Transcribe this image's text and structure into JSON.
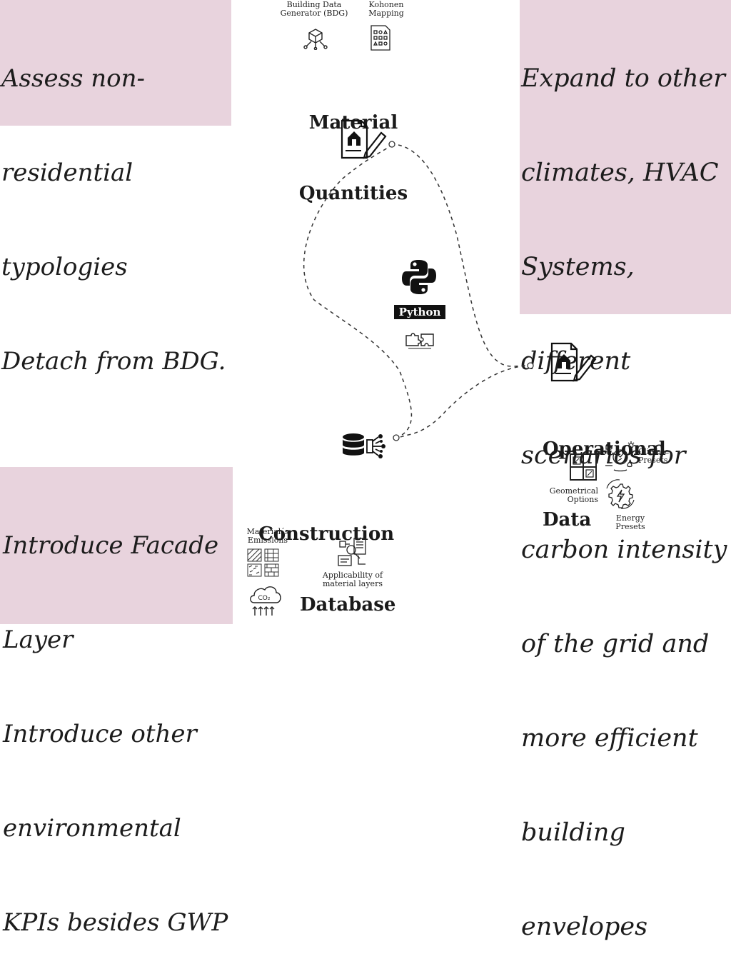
{
  "notes": {
    "top_left": [
      "Assess non-",
      "residential",
      "typologies",
      "Detach from BDG."
    ],
    "top_right": [
      "Expand to other",
      "climates, HVAC",
      "Systems,",
      "different",
      "scenarios for",
      "carbon intensity",
      "of the grid and",
      "more efficient",
      "building",
      "envelopes"
    ],
    "bottom_left": [
      "Introduce Facade",
      "Layer",
      "Introduce other",
      "environmental",
      "KPIs besides GWP"
    ]
  },
  "material_quantities": {
    "title_lines": [
      "Material",
      "Quantities"
    ],
    "tools": [
      {
        "label": "Building Data\nGenerator (BDG)",
        "icon": "cube-network-icon"
      },
      {
        "label": "Kohonen\nMapping",
        "icon": "shapes-grid-document-icon"
      }
    ],
    "icon": "house-document-pen-icon"
  },
  "python": {
    "label": "Python",
    "icon": "python-logo-icon",
    "sub_icon": "puzzle-pieces-icon"
  },
  "operational_data": {
    "title_lines": [
      "Operational",
      "Data"
    ],
    "icon": "house-document-pen-icon",
    "items": [
      {
        "label": "Climate\nPresets",
        "icon": "climate-icon"
      },
      {
        "label": "Geometrical\nOptions",
        "icon": "window-grid-icon"
      },
      {
        "label": "Energy\nPresets",
        "icon": "energy-gear-icon"
      }
    ]
  },
  "construction_database": {
    "title_lines": [
      "Construction",
      "Database"
    ],
    "icon": "database-network-icon",
    "items": [
      {
        "label": "Material´s\nEmissions",
        "icon": "material-hatch-icon"
      },
      {
        "label": "Applicability of\nmaterial layers",
        "icon": "document-search-icon"
      },
      {
        "icon": "co2-cloud-icon"
      }
    ]
  }
}
